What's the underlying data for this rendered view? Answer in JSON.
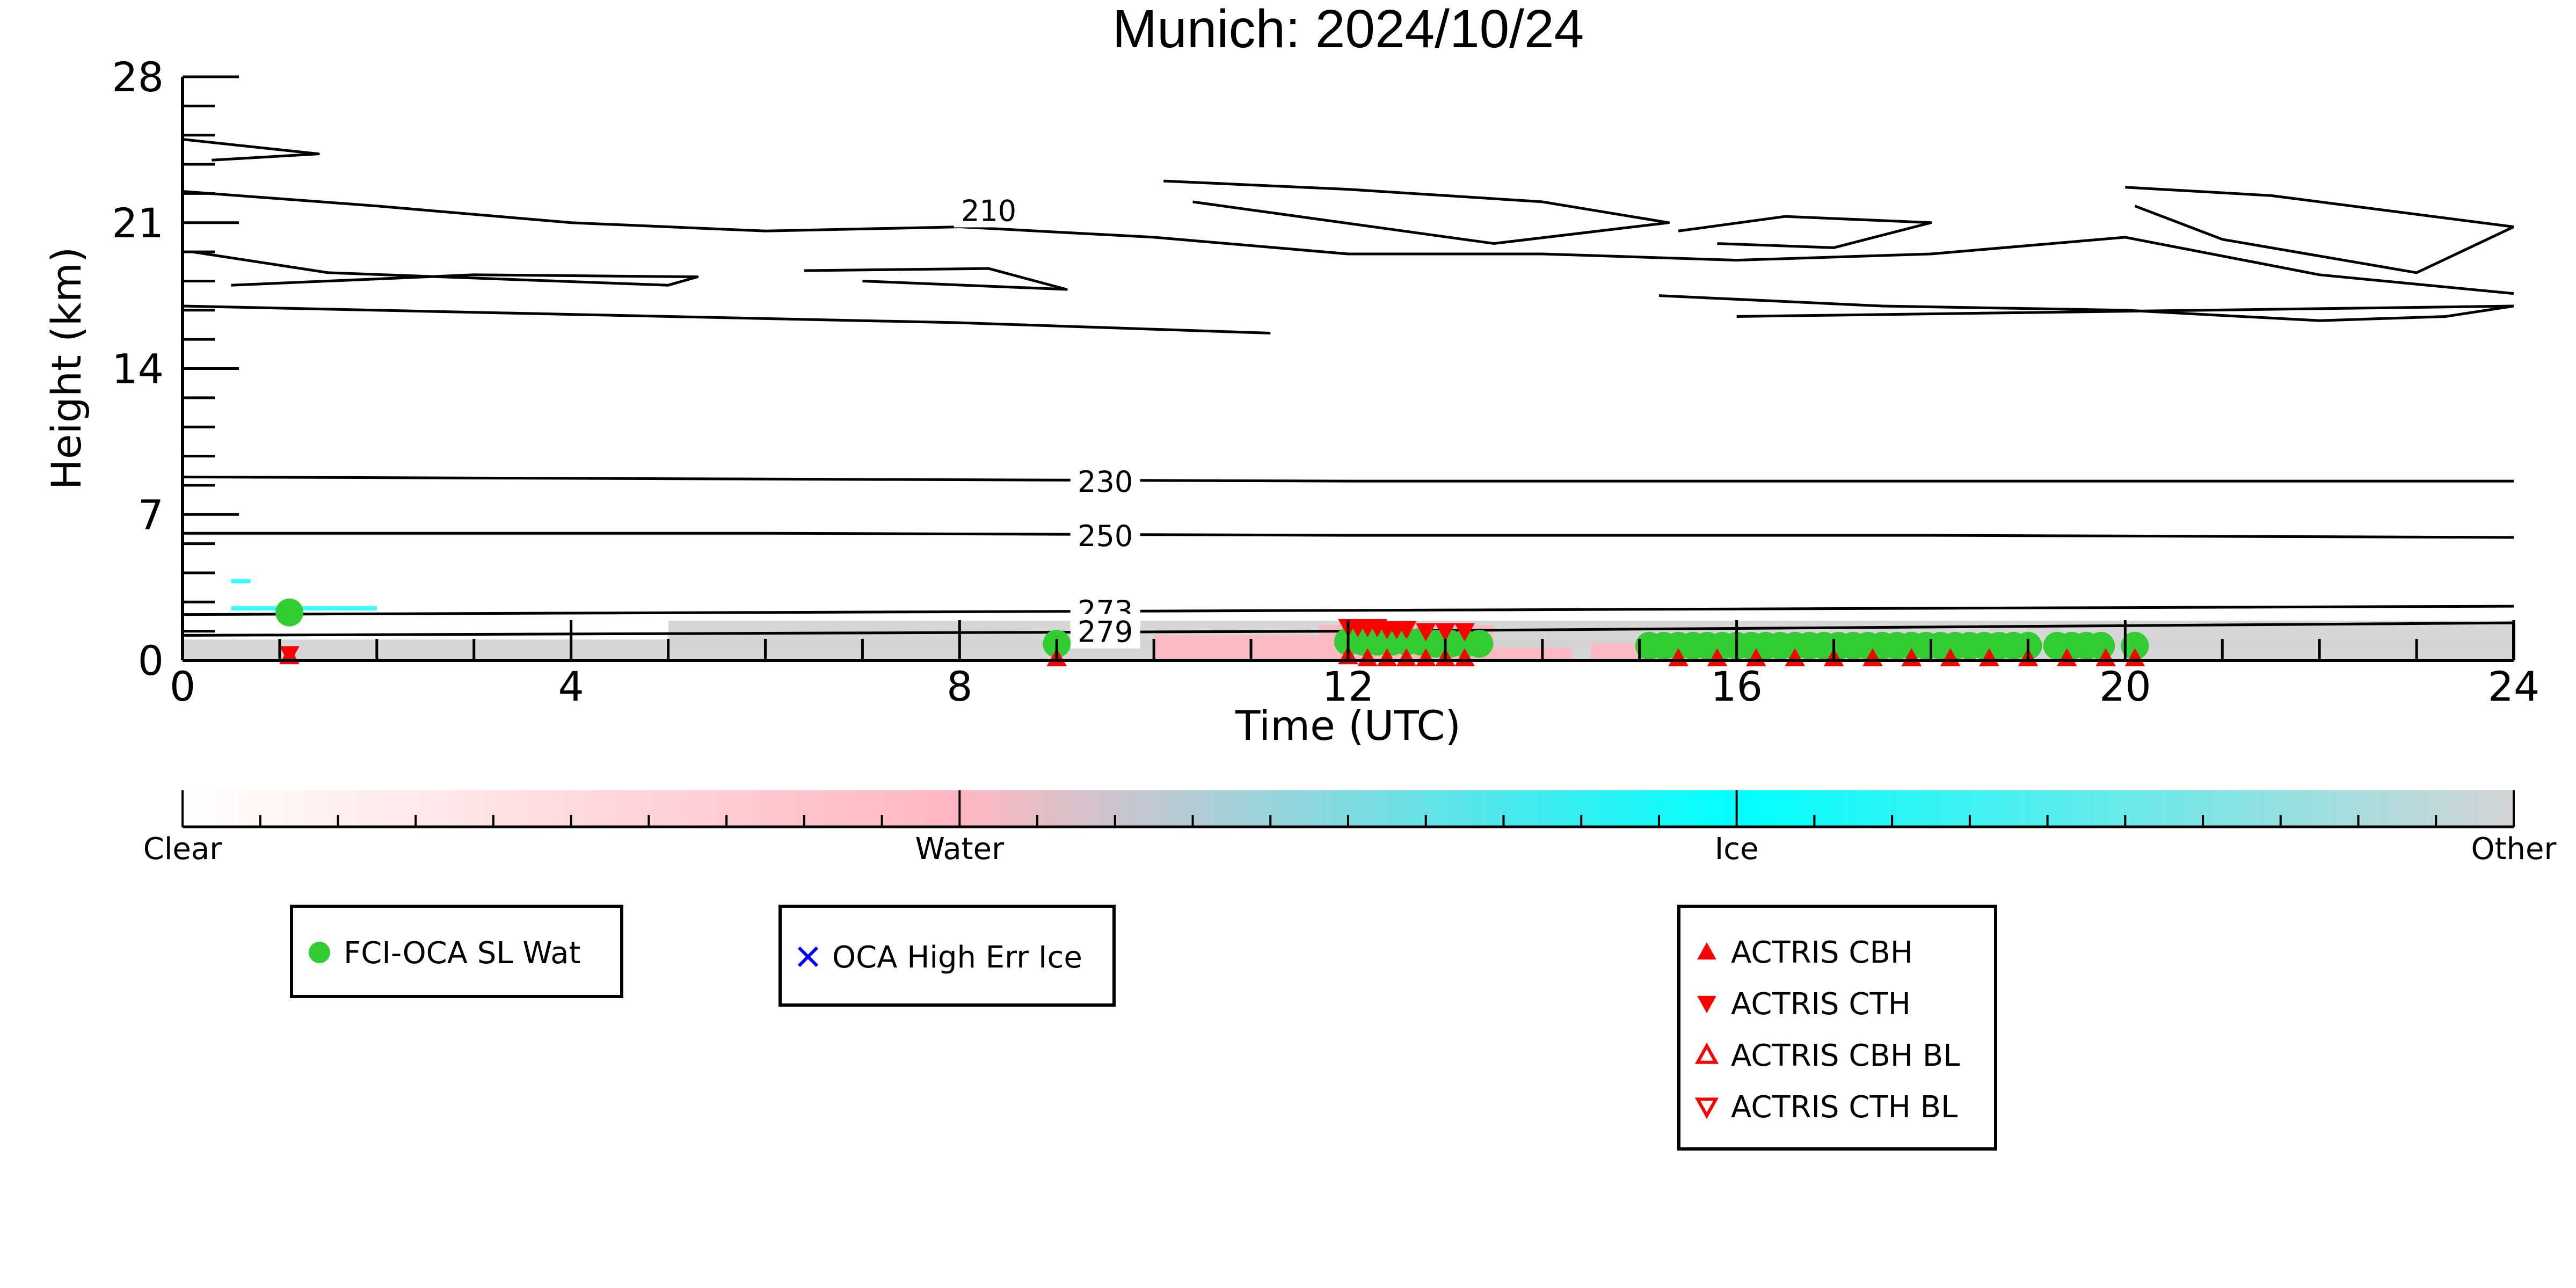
{
  "chart_data": {
    "type": "heatmap",
    "title": "Munich: 2024/10/24",
    "xlabel": "Time (UTC)",
    "ylabel": "Height (km)",
    "xlim": [
      0,
      24
    ],
    "ylim": [
      0,
      28
    ],
    "x_ticks": [
      0,
      4,
      8,
      12,
      16,
      20,
      24
    ],
    "y_ticks": [
      0,
      7,
      14,
      21,
      28
    ],
    "x_tick_labels": [
      "0",
      "4",
      "8",
      "12",
      "16",
      "20",
      "24"
    ],
    "y_tick_labels": [
      "0",
      "7",
      "14",
      "21",
      "28"
    ],
    "colorbar": {
      "labels": [
        "Clear",
        "Water",
        "Ice",
        "Other"
      ],
      "colors": [
        "#ffffff",
        "#ffb6c1",
        "#00ffff",
        "#d3d3d3"
      ]
    },
    "contours": [
      {
        "level": "210",
        "level_label": "210",
        "segments": [
          [
            [
              0.0,
              17.0
            ],
            [
              4.0,
              16.6
            ],
            [
              8.0,
              16.2
            ],
            [
              11.2,
              15.7
            ]
          ],
          [
            [
              0.0,
              22.5
            ],
            [
              2.0,
              21.8
            ],
            [
              4.0,
              21.0
            ],
            [
              6.0,
              20.6
            ],
            [
              8.0,
              20.8
            ],
            [
              10.0,
              20.3
            ],
            [
              12.0,
              19.5
            ],
            [
              14.0,
              19.5
            ],
            [
              16.0,
              19.2
            ],
            [
              18.0,
              19.5
            ],
            [
              20.0,
              20.3
            ],
            [
              22.0,
              18.5
            ],
            [
              24.0,
              17.6
            ]
          ],
          [
            [
              10.1,
              23.0
            ],
            [
              12.0,
              22.6
            ],
            [
              14.0,
              22.0
            ],
            [
              15.3,
              21.0
            ],
            [
              13.5,
              20.0
            ],
            [
              10.4,
              22.0
            ]
          ],
          [
            [
              0.0,
              25.0
            ],
            [
              1.4,
              24.3
            ],
            [
              0.3,
              24.0
            ]
          ],
          [
            [
              20.0,
              22.7
            ],
            [
              21.5,
              22.3
            ],
            [
              24.0,
              20.8
            ],
            [
              23.0,
              18.6
            ],
            [
              21.0,
              20.2
            ],
            [
              20.1,
              21.8
            ]
          ],
          [
            [
              0.1,
              19.6
            ],
            [
              1.5,
              18.6
            ],
            [
              5.0,
              18.0
            ],
            [
              5.3,
              18.4
            ],
            [
              3.0,
              18.5
            ],
            [
              0.5,
              18.0
            ]
          ],
          [
            [
              6.4,
              18.7
            ],
            [
              8.3,
              18.8
            ],
            [
              9.1,
              17.8
            ],
            [
              7.0,
              18.2
            ]
          ],
          [
            [
              15.2,
              17.5
            ],
            [
              17.5,
              17.0
            ],
            [
              20.0,
              16.8
            ],
            [
              22.0,
              16.3
            ],
            [
              23.3,
              16.5
            ],
            [
              24.0,
              17.0
            ],
            [
              16.0,
              16.5
            ]
          ],
          [
            [
              15.4,
              20.6
            ],
            [
              16.5,
              21.3
            ],
            [
              18.0,
              21.0
            ],
            [
              17.0,
              19.8
            ],
            [
              15.8,
              20.0
            ]
          ]
        ]
      },
      {
        "level": "230",
        "level_label": "230",
        "segments": [
          [
            [
              0.0,
              8.8
            ],
            [
              6.0,
              8.7
            ],
            [
              12.0,
              8.6
            ],
            [
              18.0,
              8.6
            ],
            [
              24.0,
              8.6
            ]
          ]
        ]
      },
      {
        "level": "250",
        "level_label": "250",
        "segments": [
          [
            [
              0.0,
              6.1
            ],
            [
              6.0,
              6.1
            ],
            [
              12.0,
              6.0
            ],
            [
              18.0,
              6.0
            ],
            [
              24.0,
              5.9
            ]
          ]
        ]
      },
      {
        "level": "273",
        "level_label": "273",
        "segments": [
          [
            [
              0.0,
              2.2
            ],
            [
              6.0,
              2.3
            ],
            [
              12.0,
              2.4
            ],
            [
              18.0,
              2.5
            ],
            [
              24.0,
              2.6
            ]
          ]
        ]
      },
      {
        "level": "279",
        "level_label": "279",
        "segments": [
          [
            [
              0.0,
              1.2
            ],
            [
              6.0,
              1.3
            ],
            [
              12.0,
              1.4
            ],
            [
              18.0,
              1.6
            ],
            [
              24.0,
              1.8
            ]
          ]
        ]
      }
    ],
    "background_regions": [
      {
        "class": "Other",
        "x0": 0.0,
        "x1": 24.0,
        "y0": 0.0,
        "y1": 1.0
      },
      {
        "class": "Other",
        "x0": 5.0,
        "x1": 24.0,
        "y0": 0.6,
        "y1": 1.9
      },
      {
        "class": "Water",
        "x0": 10.0,
        "x1": 11.7,
        "y0": 0.0,
        "y1": 1.2
      },
      {
        "class": "Water",
        "x0": 11.7,
        "x1": 13.5,
        "y0": 0.0,
        "y1": 1.7
      },
      {
        "class": "Water",
        "x0": 13.5,
        "x1": 14.3,
        "y0": 0.0,
        "y1": 0.6
      },
      {
        "class": "Water",
        "x0": 14.5,
        "x1": 15.2,
        "y0": 0.0,
        "y1": 0.8
      },
      {
        "class": "Ice",
        "x0": 0.5,
        "x1": 2.0,
        "y0": 2.4,
        "y1": 2.6
      },
      {
        "class": "Ice",
        "x0": 0.5,
        "x1": 0.7,
        "y0": 3.7,
        "y1": 3.9
      }
    ],
    "series": [
      {
        "name": "FCI-OCA SL Wat",
        "marker": "circle",
        "color": "#32cd32",
        "x": [
          1.1,
          9.0,
          12.0,
          12.15,
          12.3,
          12.45,
          12.6,
          12.75,
          12.9,
          13.05,
          13.2,
          13.35,
          15.1,
          15.25,
          15.4,
          15.55,
          15.7,
          15.85,
          16.0,
          16.15,
          16.3,
          16.45,
          16.6,
          16.75,
          16.9,
          17.05,
          17.2,
          17.35,
          17.5,
          17.65,
          17.8,
          17.95,
          18.1,
          18.25,
          18.4,
          18.55,
          18.7,
          18.85,
          19.0,
          19.3,
          19.45,
          19.6,
          19.75,
          20.1
        ],
        "y": [
          2.3,
          0.8,
          0.9,
          0.9,
          0.9,
          0.9,
          0.9,
          0.9,
          0.8,
          0.8,
          0.8,
          0.8,
          0.7,
          0.7,
          0.7,
          0.7,
          0.7,
          0.7,
          0.7,
          0.7,
          0.7,
          0.7,
          0.7,
          0.7,
          0.7,
          0.7,
          0.7,
          0.7,
          0.7,
          0.7,
          0.7,
          0.7,
          0.7,
          0.7,
          0.7,
          0.7,
          0.7,
          0.7,
          0.7,
          0.7,
          0.7,
          0.7,
          0.7,
          0.7
        ]
      },
      {
        "name": "OCA High Err Ice",
        "marker": "x",
        "color": "#0000ff",
        "x": [],
        "y": []
      },
      {
        "name": "ACTRIS CBH",
        "marker": "triangle-up",
        "color": "#ff0000",
        "x": [
          1.1,
          9.0,
          12.0,
          12.2,
          12.4,
          12.6,
          12.8,
          13.0,
          13.2,
          15.4,
          15.8,
          16.2,
          16.6,
          17.0,
          17.4,
          17.8,
          18.2,
          18.6,
          19.0,
          19.4,
          19.8,
          20.1
        ],
        "y": [
          0.2,
          0.1,
          0.2,
          0.1,
          0.1,
          0.1,
          0.1,
          0.1,
          0.1,
          0.1,
          0.1,
          0.1,
          0.1,
          0.1,
          0.1,
          0.1,
          0.1,
          0.1,
          0.1,
          0.1,
          0.1,
          0.1
        ]
      },
      {
        "name": "ACTRIS CTH",
        "marker": "triangle-down",
        "color": "#ff0000",
        "x": [
          1.1,
          12.0,
          12.1,
          12.2,
          12.3,
          12.4,
          12.5,
          12.6,
          12.8,
          13.0,
          13.2
        ],
        "y": [
          0.3,
          1.6,
          1.6,
          1.6,
          1.6,
          1.5,
          1.5,
          1.5,
          1.4,
          1.4,
          1.4
        ]
      },
      {
        "name": "ACTRIS CBH BL",
        "marker": "triangle-up-open",
        "color": "#ff0000",
        "x": [],
        "y": []
      },
      {
        "name": "ACTRIS CTH BL",
        "marker": "triangle-down-open",
        "color": "#ff0000",
        "x": [],
        "y": []
      }
    ],
    "legends": [
      {
        "entries": [
          "FCI-OCA SL Wat"
        ]
      },
      {
        "entries": [
          "OCA High Err Ice"
        ]
      },
      {
        "entries": [
          "ACTRIS CBH",
          "ACTRIS CTH",
          "ACTRIS CBH BL",
          "ACTRIS CTH BL"
        ]
      }
    ]
  }
}
